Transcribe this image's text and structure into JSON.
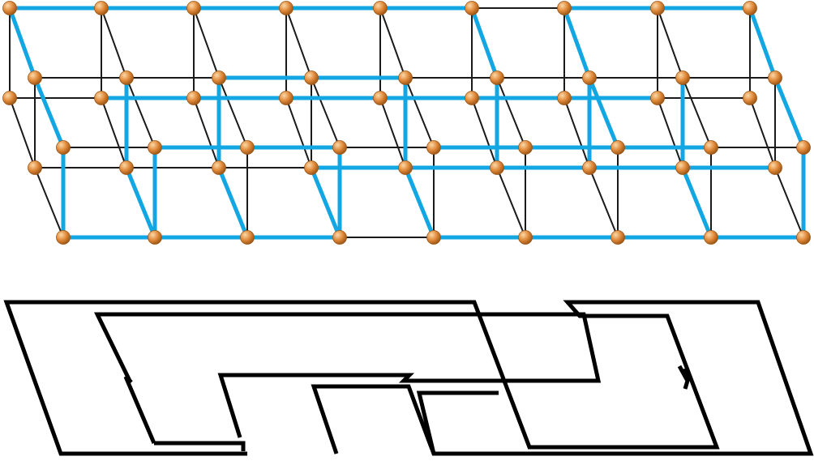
{
  "colors": {
    "background": "#ffffff",
    "edge": "#1a1a1a",
    "path": "#12a7e3",
    "node": "#e0893a",
    "node_highlight": "#fbd9a8",
    "node_shadow": "#9c5616",
    "knot": "#000000"
  },
  "lattice": {
    "columns": 9,
    "layers": 2
  },
  "knot_projection": {
    "strands": 1
  }
}
